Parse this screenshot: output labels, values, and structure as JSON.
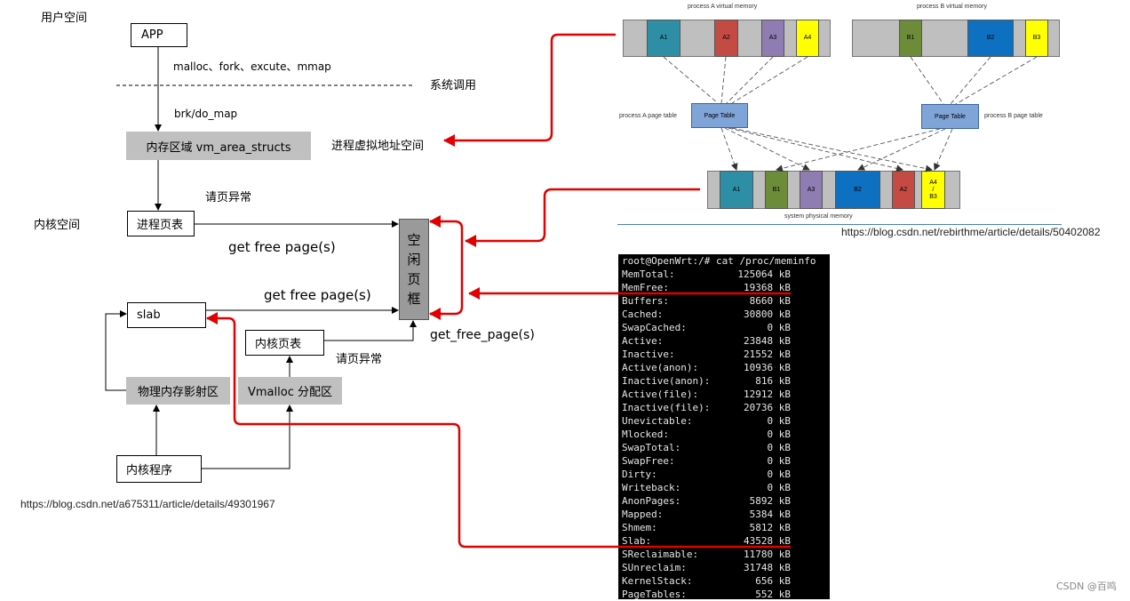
{
  "left": {
    "user_space": "用户空间",
    "kernel_space": "内核空间",
    "app": "APP",
    "syscalls": "malloc、fork、excute、mmap",
    "syscall_label": "系统调用",
    "brk": "brk/do_map",
    "vma_box": "内存区域  vm_area_structs",
    "vaddr_space": "进程虚拟地址空间",
    "page_fault_1": "请页异常",
    "proc_page_table": "进程页表",
    "gfp_1": "get  free  page(s)",
    "free_frames": [
      "空",
      "闲",
      "页",
      "框"
    ],
    "gfp_2": "get  free  page(s)",
    "slab": "slab",
    "kernel_page_table": "内核页表",
    "gfp_3": "get_free_page(s)",
    "page_fault_2": "请页异常",
    "phys_map": "物理内存影射区",
    "vmalloc": "Vmalloc 分配区",
    "kernel_prog": "内核程序",
    "url": "https://blog.csdn.net/a675311/article/details/49301967"
  },
  "vm_figure": {
    "procA_title": "process A virtual memory",
    "procB_title": "process B virtual memory",
    "procA_pt_label": "process A page table",
    "procB_pt_label": "process B page table",
    "page_table": "Page Table",
    "phys_label": "system physical memory",
    "a_pages": [
      {
        "label": "A1",
        "color": "#2e8ea6"
      },
      {
        "label": "A2",
        "color": "#c44b43"
      },
      {
        "label": "A3",
        "color": "#8e7cb3"
      },
      {
        "label": "A4",
        "color": "#ffff00"
      }
    ],
    "b_pages": [
      {
        "label": "B1",
        "color": "#6d8c3a"
      },
      {
        "label": "B2",
        "color": "#0e70c0"
      },
      {
        "label": "B3",
        "color": "#ffff00"
      }
    ],
    "phys_pages": [
      {
        "label": "A1",
        "color": "#2e8ea6"
      },
      {
        "label": "B1",
        "color": "#6d8c3a"
      },
      {
        "label": "A3",
        "color": "#8e7cb3"
      },
      {
        "label": "B2",
        "color": "#0e70c0"
      },
      {
        "label": "A2",
        "color": "#c44b43"
      },
      {
        "label": "A4\n/\nB3",
        "color": "#ffff00"
      }
    ],
    "url": "https://blog.csdn.net/rebirthme/article/details/50402082"
  },
  "terminal": {
    "prompt": "root@OpenWrt:/# cat /proc/meminfo",
    "rows": [
      {
        "key": "MemTotal:",
        "value": "125064 kB"
      },
      {
        "key": "MemFree:",
        "value": "19368 kB"
      },
      {
        "key": "Buffers:",
        "value": "8660 kB"
      },
      {
        "key": "Cached:",
        "value": "30800 kB"
      },
      {
        "key": "SwapCached:",
        "value": "0 kB"
      },
      {
        "key": "Active:",
        "value": "23848 kB"
      },
      {
        "key": "Inactive:",
        "value": "21552 kB"
      },
      {
        "key": "Active(anon):",
        "value": "10936 kB"
      },
      {
        "key": "Inactive(anon):",
        "value": "816 kB"
      },
      {
        "key": "Active(file):",
        "value": "12912 kB"
      },
      {
        "key": "Inactive(file):",
        "value": "20736 kB"
      },
      {
        "key": "Unevictable:",
        "value": "0 kB"
      },
      {
        "key": "Mlocked:",
        "value": "0 kB"
      },
      {
        "key": "SwapTotal:",
        "value": "0 kB"
      },
      {
        "key": "SwapFree:",
        "value": "0 kB"
      },
      {
        "key": "Dirty:",
        "value": "0 kB"
      },
      {
        "key": "Writeback:",
        "value": "0 kB"
      },
      {
        "key": "AnonPages:",
        "value": "5892 kB"
      },
      {
        "key": "Mapped:",
        "value": "5384 kB"
      },
      {
        "key": "Shmem:",
        "value": "5812 kB"
      },
      {
        "key": "Slab:",
        "value": "43528 kB"
      },
      {
        "key": "SReclaimable:",
        "value": "11780 kB"
      },
      {
        "key": "SUnreclaim:",
        "value": "31748 kB"
      },
      {
        "key": "KernelStack:",
        "value": "656 kB"
      },
      {
        "key": "PageTables:",
        "value": "552 kB"
      }
    ]
  },
  "watermark": "CSDN @百鸣",
  "colors": {
    "highlight": "#e00000",
    "gray_box": "#c0c0c0",
    "free_frame": "#9a9a9a"
  }
}
